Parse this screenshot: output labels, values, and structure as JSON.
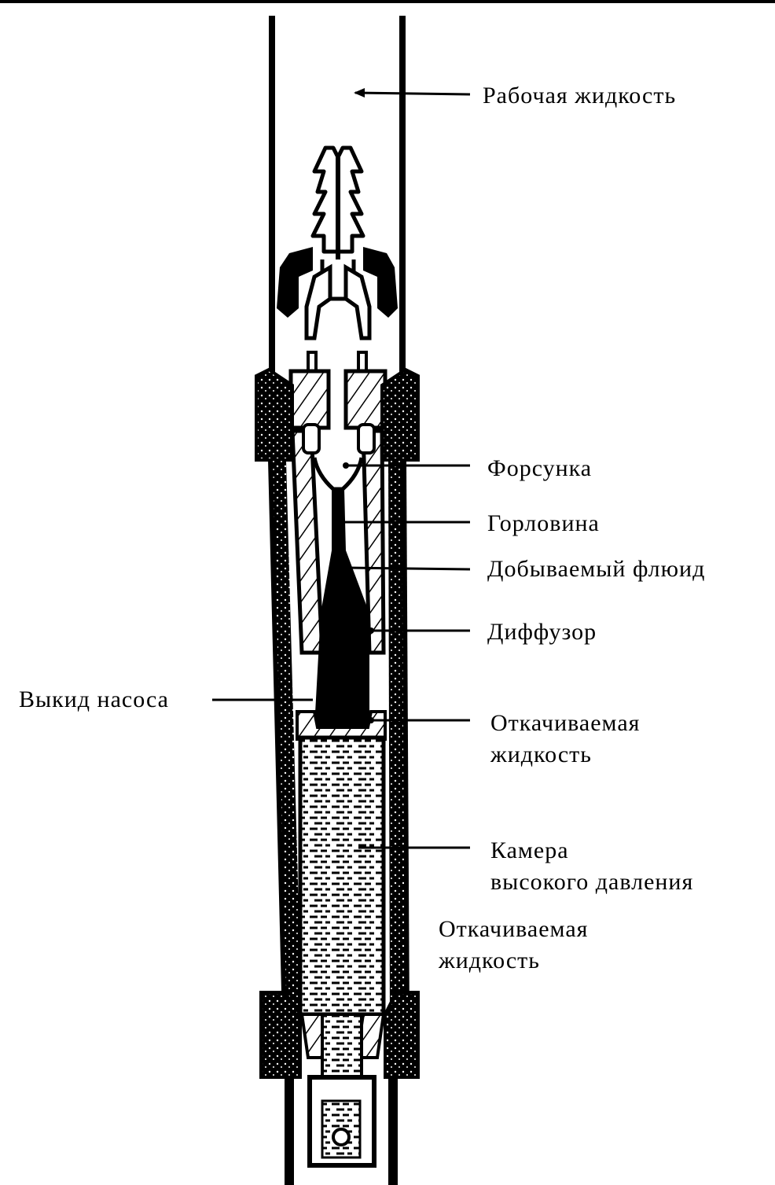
{
  "labels": {
    "working_fluid": "Рабочая жидкость",
    "nozzle": "Форсунка",
    "throat": "Горловина",
    "produced_fluid": "Добываемый флюид",
    "diffuser": "Диффузор",
    "pump_discharge": "Выкид насоса",
    "pumped_liquid_1": [
      "Откачиваемая",
      "жидкость"
    ],
    "high_pressure_chamber": [
      "Камера",
      "высокого давления"
    ],
    "pumped_liquid_2": [
      "Откачиваемая",
      "жидкость"
    ]
  },
  "colors": {
    "ink": "#000000",
    "paper": "#ffffff"
  }
}
